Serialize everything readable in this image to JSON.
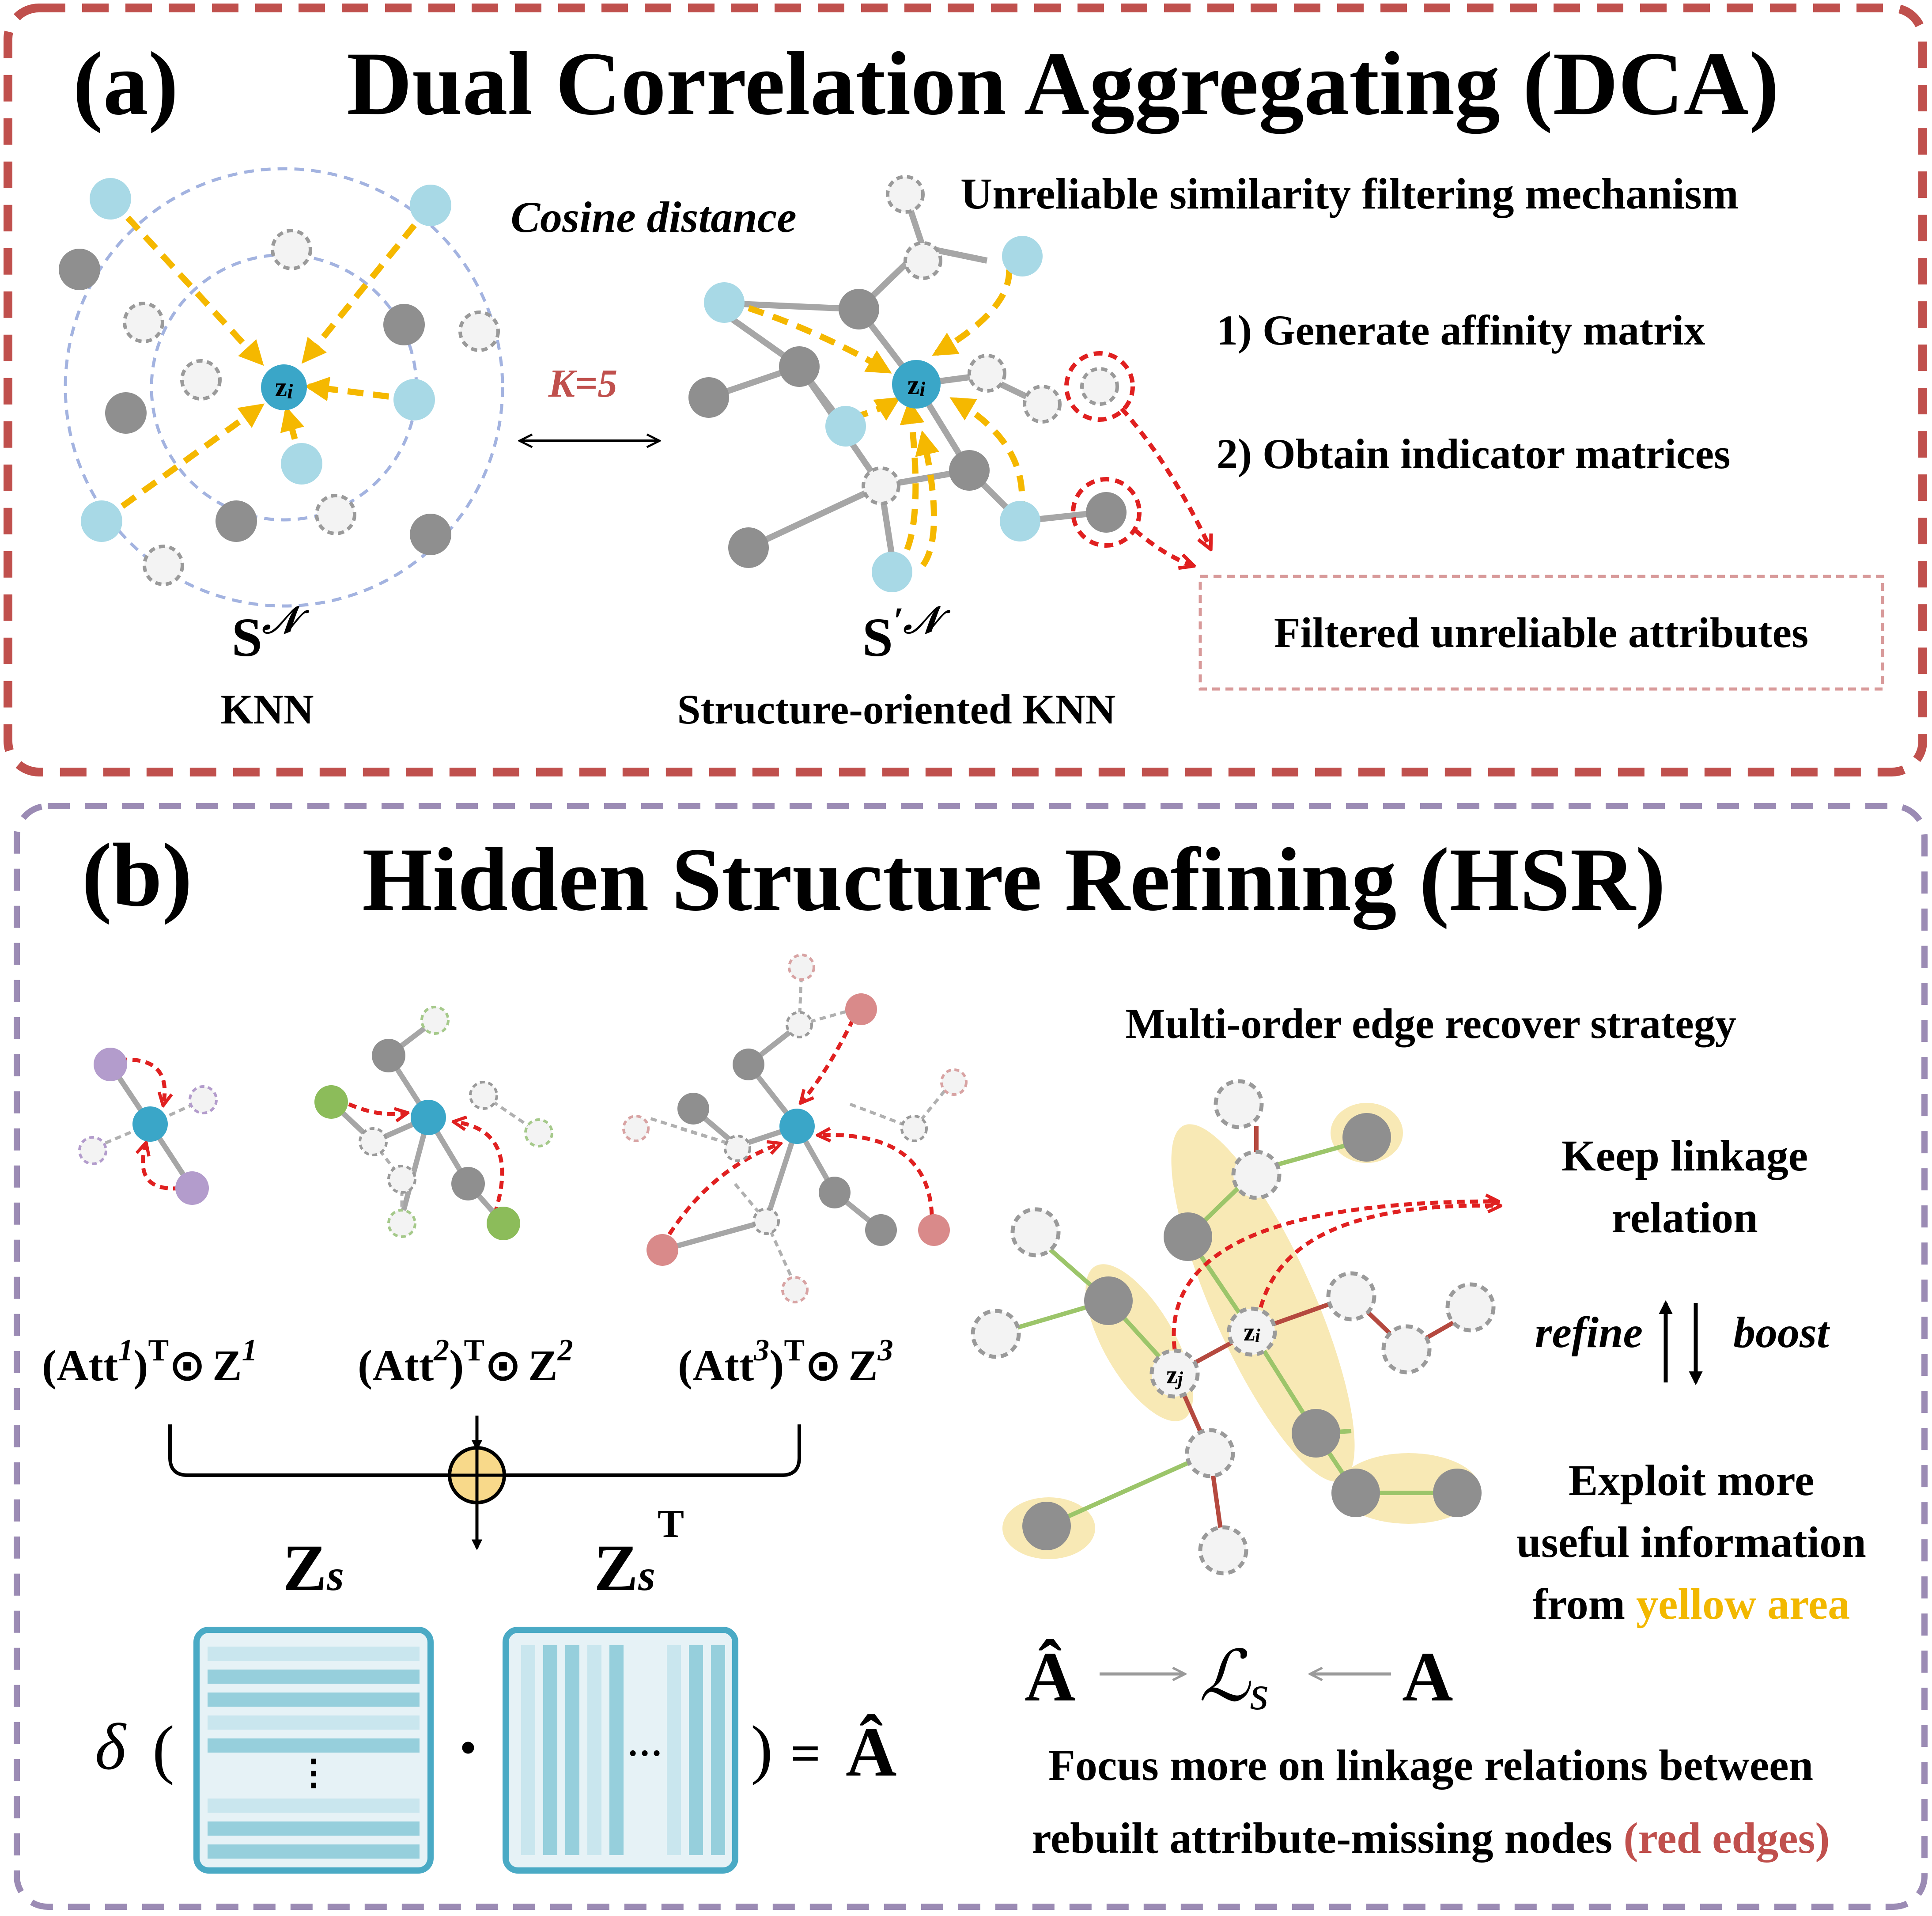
{
  "panel_a": {
    "tag": "(a)",
    "title": "Dual Correlation Aggregating (DCA)",
    "cosine_label": "Cosine distance",
    "k_label": "K=5",
    "filter_title": "Unreliable similarity filtering mechanism",
    "step1": "1) Generate affinity matrix",
    "step2": "2) Obtain indicator matrices",
    "filtered_box": "Filtered unreliable attributes",
    "knn_symbol": "S",
    "knn_symbol_sup": "𝒩",
    "knn_name": "KNN",
    "sknn_symbol": "S",
    "sknn_symbol_sup": "′𝒩",
    "sknn_name": "Structure-oriented KNN",
    "center_node": "z",
    "center_node_sub": "i"
  },
  "panel_b": {
    "tag": "(b)",
    "title": "Hidden  Structure  Refining (HSR)",
    "strategy_title": "Multi-order edge recover strategy",
    "keep_line1": "Keep linkage",
    "keep_line2": "relation",
    "refine_label": "refine",
    "boost_label": "boost",
    "exploit_line1": "Exploit more",
    "exploit_line2": "useful information",
    "exploit_line3_prefix": "from ",
    "exploit_line3_highlight": "yellow area",
    "focus_line1": "Focus more on linkage relations between",
    "focus_line2_prefix": "rebuilt attribute-missing nodes ",
    "focus_line2_highlight": "(red edges)",
    "att_terms": [
      {
        "base": "(Att",
        "order": "1",
        "close": ")",
        "sup": "T",
        "odot": "⊙",
        "z": "Z",
        "zsup": "1"
      },
      {
        "base": "(Att",
        "order": "2",
        "close": ")",
        "sup": "T",
        "odot": "⊙",
        "z": "Z",
        "zsup": "2"
      },
      {
        "base": "(Att",
        "order": "3",
        "close": ")",
        "sup": "T",
        "odot": "⊙",
        "z": "Z",
        "zsup": "3"
      }
    ],
    "zs_label": "Z",
    "zs_sub": "s",
    "zst_label": "Z",
    "zst_sub": "s",
    "zst_sup": "T",
    "delta": "δ",
    "open_paren": "(",
    "close_paren": ")",
    "dot": "•",
    "vdots": "⋮",
    "hdots": "…",
    "equals": "=",
    "a_hat": "Â",
    "loss_lhs": "Â",
    "loss": "ℒ",
    "loss_sub": "s",
    "loss_rhs": "A",
    "zi_node": "z",
    "zi_node_sub": "i",
    "zj_node": "z",
    "zj_node_sub": "j"
  },
  "colors": {
    "frame_a": "#c0504d",
    "frame_b": "#9b8bb4",
    "center_node": "#3aa6c8",
    "light_blue_node": "#a8d9e6",
    "gray_node": "#8f8f8f",
    "missing_node_stroke": "#9a9a9a",
    "yellow_arrow": "#f5b800",
    "red_arrow": "#e02020",
    "yellow_highlight": "#f7e6a8",
    "yellow_text": "#f2b800",
    "red_text": "#c0504d",
    "purple_node": "#b39ccc",
    "green_node": "#8cbc5a",
    "red_node": "#d98a8a",
    "green_edge": "#9cc56a",
    "red_edge": "#b5493f",
    "matrix_border": "#4aaac5",
    "matrix_fill": "#e6f2f6",
    "matrix_bar": "#96cfdc"
  }
}
